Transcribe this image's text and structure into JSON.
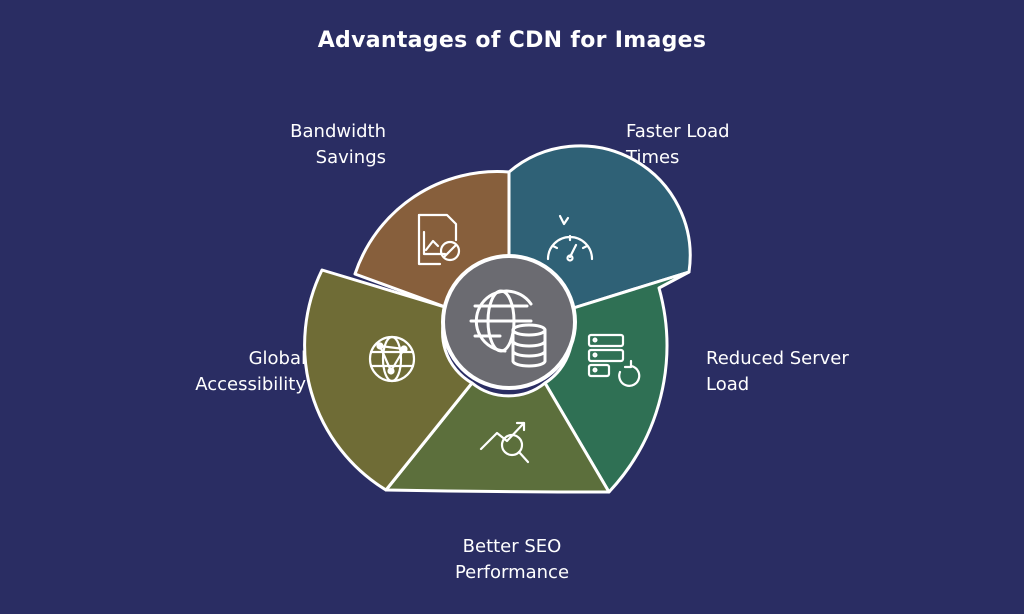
{
  "title": "Advantages of CDN for Images",
  "segments": [
    {
      "id": "bandwidth",
      "label": "Bandwidth\nSavings",
      "color": "#875f3c",
      "icon": "chart-no-icon"
    },
    {
      "id": "faster",
      "label": "Faster Load\nTimes",
      "color": "#2f6176",
      "icon": "speedometer-icon"
    },
    {
      "id": "server",
      "label": "Reduced Server\nLoad",
      "color": "#2f7054",
      "icon": "server-refresh-icon"
    },
    {
      "id": "seo",
      "label": "Better SEO\nPerformance",
      "color": "#5c6f3c",
      "icon": "trend-search-icon"
    },
    {
      "id": "global",
      "label": "Global\nAccessibility",
      "color": "#6f6c36",
      "icon": "globe-network-icon"
    }
  ],
  "center": {
    "color": "#6b6b71",
    "icon": "globe-database-icon"
  },
  "colors": {
    "background": "#2a2d63",
    "outline": "#ffffff"
  }
}
